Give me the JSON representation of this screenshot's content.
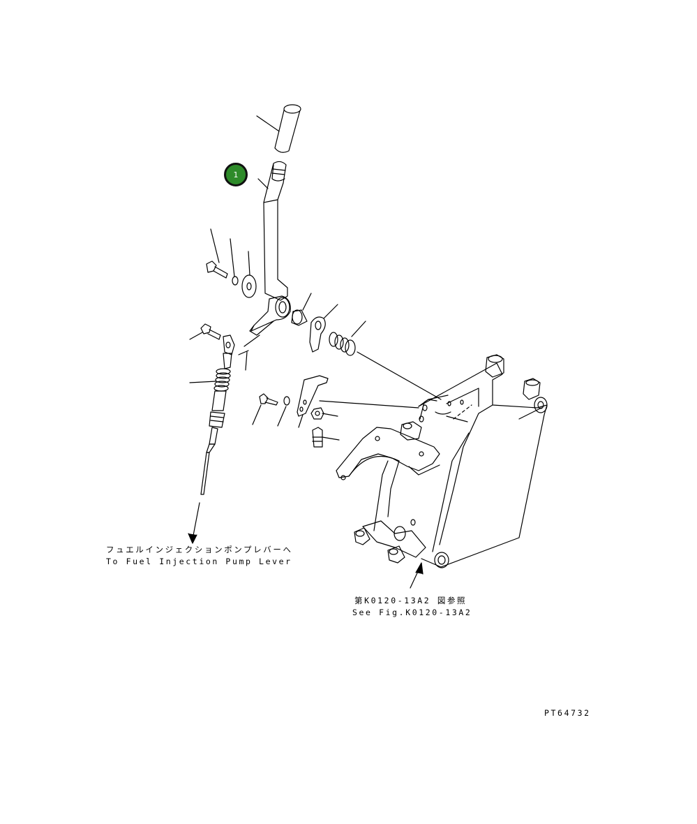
{
  "callout": {
    "number": "1",
    "color": "#2e8b2a"
  },
  "fuel_pump_label": {
    "japanese": "フュエルインジェクションポンプレバーへ",
    "english": "To Fuel Injection Pump Lever"
  },
  "see_fig_label": {
    "japanese": "第K0120-13A2 図参照",
    "english": "See Fig.K0120-13A2"
  },
  "drawing_number": "PT64732"
}
